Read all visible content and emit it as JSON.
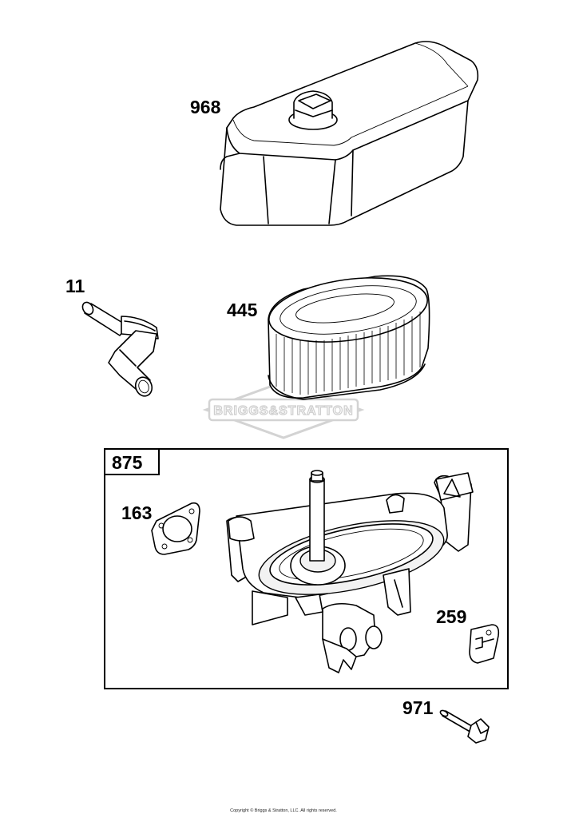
{
  "parts": {
    "cover": {
      "label": "968",
      "icon": "air-cleaner-cover-icon"
    },
    "breather_tube": {
      "label": "11",
      "icon": "breather-tube-icon"
    },
    "filter": {
      "label": "445",
      "icon": "air-filter-cartridge-icon"
    },
    "base_assembly": {
      "label": "875",
      "icon": "air-cleaner-base-icon"
    },
    "gasket": {
      "label": "163",
      "icon": "gasket-icon"
    },
    "clip": {
      "label": "259",
      "icon": "clip-icon"
    },
    "screw": {
      "label": "971",
      "icon": "screw-icon"
    }
  },
  "watermark": {
    "text": "BRIGGS&STRATTON"
  },
  "copyright": "Copyright © Briggs & Stratton, LLC. All rights reserved.",
  "colors": {
    "line": "#000000",
    "watermark": "#c9c9c9",
    "background": "#ffffff"
  }
}
